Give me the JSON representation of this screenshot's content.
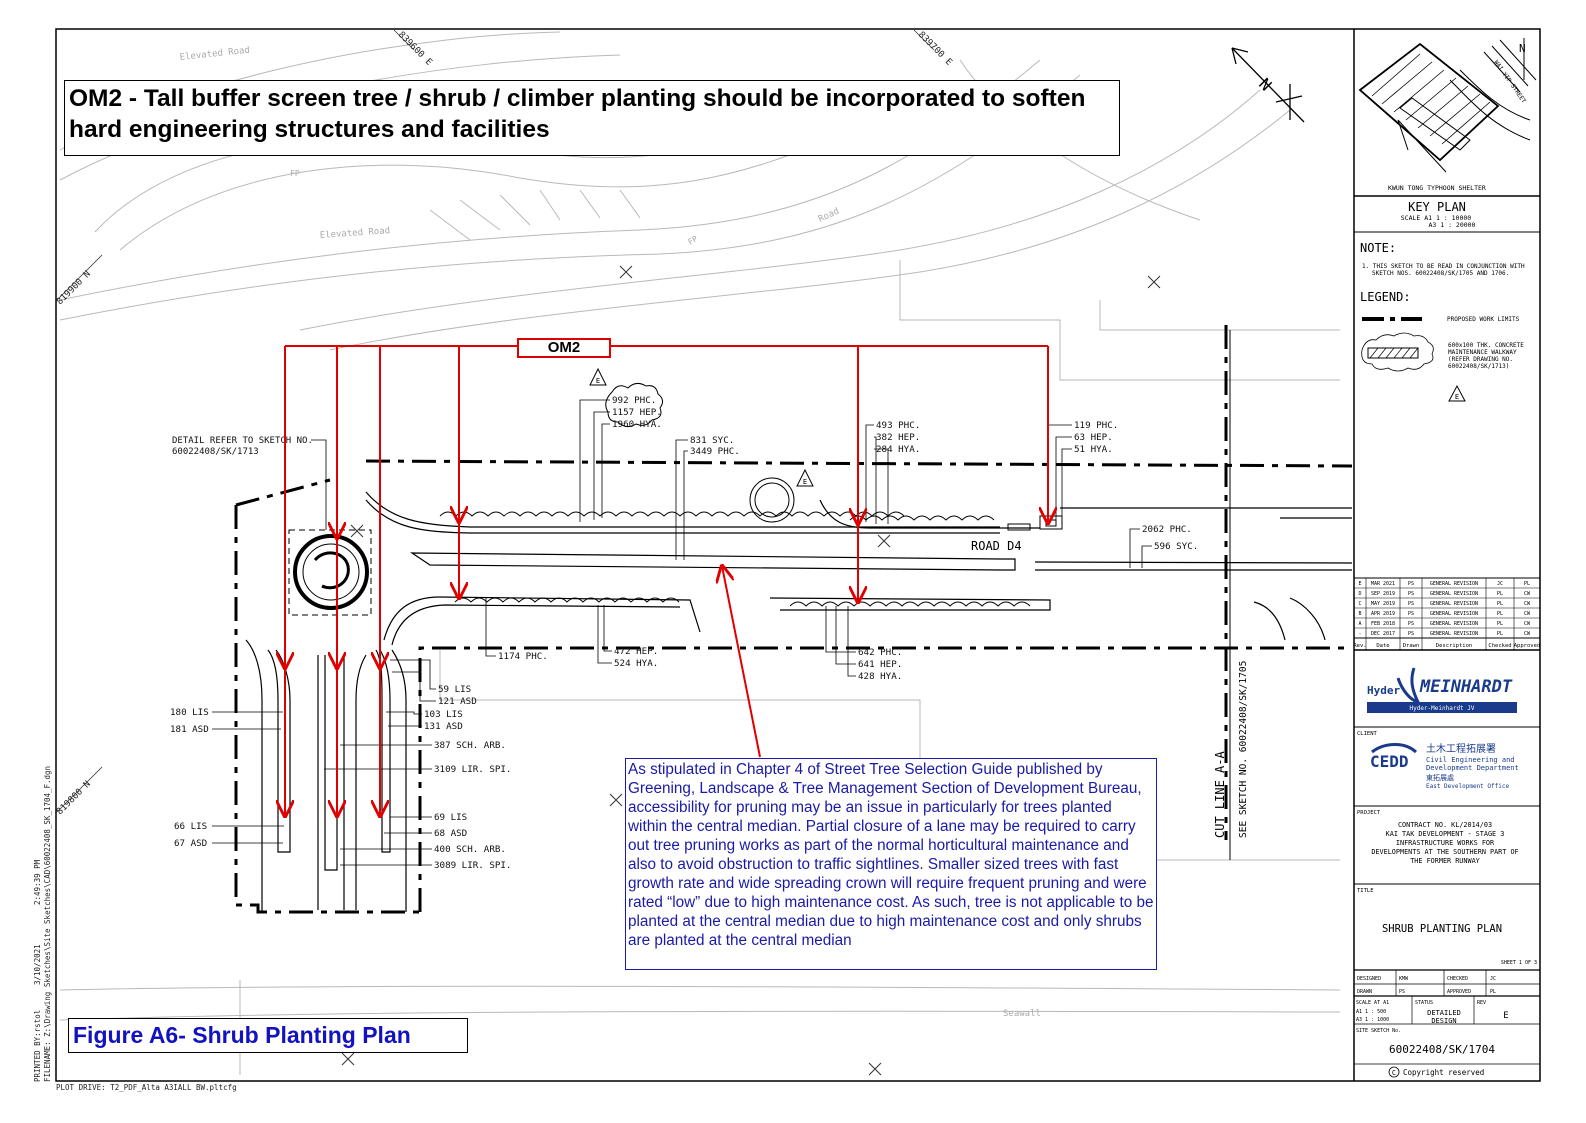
{
  "heading": "OM2 - Tall buffer screen tree / shrub / climber planting should be incorporated to soften hard engineering structures and facilities",
  "om2_tag": "OM2",
  "road_label": "ROAD D4",
  "detail_ref": [
    "DETAIL REFER TO SKETCH NO.",
    "60022408/SK/1713"
  ],
  "grid_labels": {
    "e1": "839600 E",
    "e2": "839700 E",
    "n1": "819900 N",
    "n2": "819800 N"
  },
  "site_labels": {
    "elevated_road_1": "Elevated Road",
    "elevated_road_2": "Elevated Road",
    "road": "Road",
    "fp1": "FP",
    "fp2": "FP",
    "seawall": "Seawall"
  },
  "rev_marks": [
    "E",
    "E",
    "E"
  ],
  "cut_line": "CUT LINE A-A",
  "see_sketch": "SEE SKETCH NO. 60022408/SK/1705",
  "plant_labels": {
    "g1": [
      "992 PHC.",
      "1157 HEP.",
      "1960 HYA."
    ],
    "g2": [
      "831 SYC.",
      "3449 PHC."
    ],
    "g3": [
      "493 PHC.",
      "382 HEP.",
      "284 HYA."
    ],
    "g4": [
      "119 PHC.",
      "63 HEP.",
      "51 HYA."
    ],
    "g5": [
      "2062 PHC.",
      "596 SYC."
    ],
    "g6": "1174 PHC.",
    "g7": [
      "472 HEP.",
      "524 HYA."
    ],
    "g8": [
      "642 PHC.",
      "641 HEP.",
      "428 HYA."
    ],
    "g9": [
      "59 LIS",
      "121 ASD"
    ],
    "g10": [
      "103 LIS",
      "131 ASD"
    ],
    "g11": "387 SCH. ARB.",
    "g12": "3109 LIR. SPI.",
    "g13": [
      "69 LIS",
      "68 ASD"
    ],
    "g14": "400 SCH. ARB.",
    "g15": "3089 LIR. SPI.",
    "g16": [
      "180 LIS",
      "181 ASD"
    ],
    "g17": [
      "66 LIS",
      "67 ASD"
    ]
  },
  "note_text": "As stipulated in Chapter 4 of Street Tree Selection Guide published by Greening, Landscape & Tree Management Section of Development Bureau, accessibility for pruning may be an issue in particularly for trees planted within the central median. Partial closure of a lane may be required to carry out tree pruning works as part of the normal horticultural maintenance and also to avoid obstruction to traffic sightlines. Smaller sized trees with fast growth rate and wide spreading crown will require frequent pruning and were rated “low” due to high maintenance cost. As such, tree is not applicable to be planted at the central median due to high maintenance cost and only shrubs are planted at the central median",
  "figure_title": "Figure A6- Shrub Planting Plan",
  "printed_info": {
    "printed_by": "PRINTED BY:rstol",
    "date": "3/10/2021",
    "time": "2:49:39 PM",
    "filename": "FILENAME: Z:\\Drawing Sketches\\Site Sketches\\CAD\\60022408_SK_1704_F.dgn",
    "plot_drive": "PLOT DRIVE:  T2_PDF_Alta A3IALL BW.pltcfg"
  },
  "title_block": {
    "north": "N",
    "key_plan_caption": "KWUN TONG TYPHOON SHELTER",
    "street": "WAI YIP STREET",
    "key_plan_title": "KEY PLAN",
    "key_plan_scale": [
      "SCALE A1 1 : 10000",
      "A3 1 : 20000"
    ],
    "note_title": "NOTE:",
    "note_body": [
      "1. THIS SKETCH TO BE READ IN CONJUNCTION WITH",
      "SKETCH NOS. 60022408/SK/1705 AND 1706."
    ],
    "legend_title": "LEGEND:",
    "legend_work_limits": "PROPOSED WORK LIMITS",
    "legend_walkway": [
      "600x100 THK. CONCRETE",
      "MAINTENANCE WALKWAY",
      "(REFER DRAWING NO.",
      "60022408/SK/1713)"
    ],
    "revisions": [
      [
        "E",
        "MAR 2021",
        "PS",
        "GENERAL REVISION",
        "JC",
        "PL"
      ],
      [
        "D",
        "SEP 2019",
        "PS",
        "GENERAL REVISION",
        "PL",
        "CW"
      ],
      [
        "C",
        "MAY 2019",
        "PS",
        "GENERAL REVISION",
        "PL",
        "CW"
      ],
      [
        "B",
        "APR 2019",
        "PS",
        "GENERAL REVISION",
        "PL",
        "CW"
      ],
      [
        "A",
        "FEB 2018",
        "PS",
        "GENERAL REVISION",
        "PL",
        "CW"
      ],
      [
        "-",
        "DEC 2017",
        "PS",
        "GENERAL REVISION",
        "PL",
        "CW"
      ]
    ],
    "rev_headers": [
      "Rev.",
      "Date",
      "Drawn",
      "Description",
      "Checked",
      "Approved"
    ],
    "consultant_brand_a": "Hyder",
    "consultant_brand_b": "MEINHARDT",
    "consultant_jv": "Hyder-Meinhardt JV",
    "client_label": "CLIENT",
    "cedd_abbr": "CEDD",
    "cedd_cn": "土木工程拓展署",
    "cedd_name": [
      "Civil Engineering and",
      "Development Department"
    ],
    "cedd_office_cn": "東拓展處",
    "cedd_office": "East Development Office",
    "project_label": "PROJECT",
    "project_lines": [
      "CONTRACT NO. KL/2014/03",
      "KAI TAK DEVELOPMENT - STAGE 3",
      "INFRASTRUCTURE WORKS FOR",
      "DEVELOPMENTS AT THE SOUTHERN PART OF",
      "THE FORMER RUNWAY"
    ],
    "title_label": "TITLE",
    "drawing_title": "SHRUB PLANTING PLAN",
    "sheet": "SHEET 1 OF 3",
    "designed_label": "DESIGNED",
    "designed_value": "KMW",
    "checked_label": "CHECKED",
    "checked_value": "JC",
    "drawn_label": "DRAWN",
    "drawn_value": "PS",
    "approved_label": "APPROVED",
    "approved_value": "PL",
    "scale_label": "SCALE AT A1",
    "scale_a1": "A1 1 : 500",
    "scale_a3": "A3 1 : 1000",
    "status_label": "STATUS",
    "status_value": [
      "DETAILED",
      "DESIGN"
    ],
    "rev_label": "REV",
    "rev_value": "E",
    "sketch_label": "SITE SKETCH No.",
    "sketch_no": "60022408/SK/1704",
    "copyright": "Copyright reserved"
  }
}
